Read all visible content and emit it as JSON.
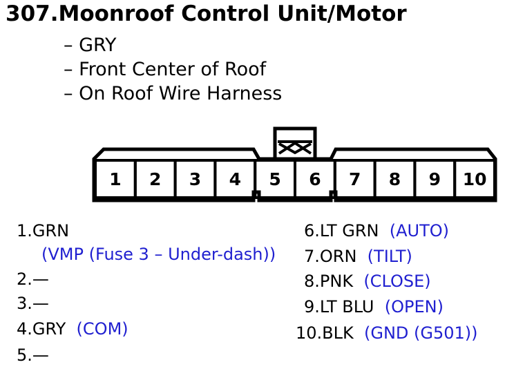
{
  "title": "307.Moonroof Control Unit/Motor",
  "details": [
    "– GRY",
    "– Front Center of Roof",
    "– On Roof Wire Harness"
  ],
  "connector": {
    "pin_numbers": [
      "1",
      "2",
      "3",
      "4",
      "5",
      "6",
      "7",
      "8",
      "9",
      "10"
    ]
  },
  "pins": [
    {
      "label": "1.GRN",
      "note": ""
    },
    {
      "label": "",
      "note": "(VMP (Fuse 3 – Under-dash))"
    },
    {
      "label": "2.—",
      "note": ""
    },
    {
      "label": "3.—",
      "note": ""
    },
    {
      "label": "4.GRY",
      "note": "(COM)"
    },
    {
      "label": "5.—",
      "note": ""
    },
    {
      "label": "6.LT GRN",
      "note": "(AUTO)"
    },
    {
      "label": "7.ORN",
      "note": "(TILT)"
    },
    {
      "label": "8.PNK",
      "note": "(CLOSE)"
    },
    {
      "label": "9.LT BLU",
      "note": "(OPEN)"
    },
    {
      "label": "10.BLK",
      "note": "(GND (G501))"
    }
  ],
  "colors": {
    "text": "#000000",
    "note": "#1f1fd0"
  }
}
